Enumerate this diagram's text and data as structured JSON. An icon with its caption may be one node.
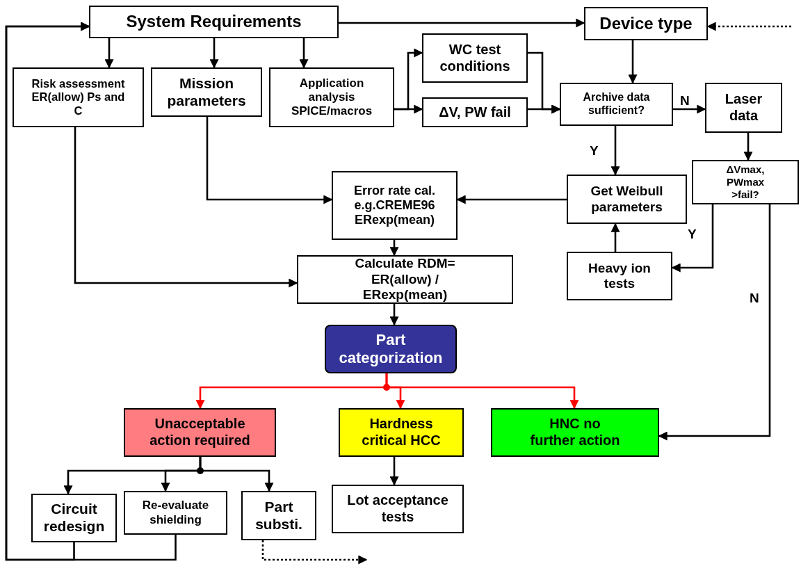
{
  "diagram": {
    "nodes": [
      {
        "text": [
          "System Requirements"
        ]
      },
      {
        "text": [
          "Device type"
        ]
      },
      {
        "text": [
          "Risk assessment ER(allow) Ps and C"
        ]
      },
      {
        "text": [
          "Mission parameters"
        ]
      },
      {
        "text": [
          "Application analysis SPICE/macros"
        ]
      },
      {
        "text": [
          "WC test conditions"
        ]
      },
      {
        "text": [
          "ΔV, PW fail"
        ]
      },
      {
        "text": [
          "Archive data sufficient?"
        ]
      },
      {
        "text": [
          "Laser data"
        ]
      },
      {
        "text": [
          "Error rate cal. e.g.CREME96 ERexp(mean)"
        ]
      },
      {
        "text": [
          "Get Weibull parameters"
        ]
      },
      {
        "text": [
          "ΔVmax, PWmax >fail?"
        ]
      },
      {
        "text": [
          "Calculate RDM= ER(allow) / ERexp(mean)"
        ]
      },
      {
        "text": [
          "Heavy ion tests"
        ]
      },
      {
        "text": [
          "Part categorization"
        ]
      },
      {
        "text": [
          "Unacceptable action required"
        ]
      },
      {
        "text": [
          "Hardness critical HCC"
        ]
      },
      {
        "text": [
          "HNC no further action"
        ]
      },
      {
        "text": [
          "Circuit redesign"
        ]
      },
      {
        "text": [
          "Re-evaluate shielding"
        ]
      },
      {
        "text": [
          "Part substi."
        ]
      },
      {
        "text": [
          "Lot acceptance tests"
        ]
      }
    ],
    "edges": [
      {
        "from": 0,
        "to": 2,
        "arrow": "to"
      },
      {
        "from": 0,
        "to": 3,
        "arrow": "to"
      },
      {
        "from": 0,
        "to": 4,
        "arrow": "to"
      },
      {
        "from": 0,
        "to": 1,
        "arrow": "to"
      },
      {
        "from": null,
        "to": 1,
        "arrow": "to",
        "style": "dashed"
      },
      {
        "from": 4,
        "to": 5,
        "arrow": "to"
      },
      {
        "from": 4,
        "to": 6,
        "arrow": "to"
      },
      {
        "from": 5,
        "to": 7,
        "arrow": "to"
      },
      {
        "from": 6,
        "to": 7,
        "arrow": "to"
      },
      {
        "from": 1,
        "to": 7,
        "arrow": "to"
      },
      {
        "from": 7,
        "to": 8,
        "arrow": "to",
        "label": "N"
      },
      {
        "from": 7,
        "to": 10,
        "arrow": "to",
        "label": "Y"
      },
      {
        "from": 8,
        "to": 11,
        "arrow": "to"
      },
      {
        "from": 11,
        "to": 13,
        "arrow": "to",
        "label": "Y"
      },
      {
        "from": 11,
        "to": 17,
        "arrow": "to",
        "label": "N"
      },
      {
        "from": 13,
        "to": 10,
        "arrow": "to"
      },
      {
        "from": 10,
        "to": 9,
        "arrow": "to"
      },
      {
        "from": 3,
        "to": 9,
        "arrow": "to"
      },
      {
        "from": 9,
        "to": 12,
        "arrow": "to"
      },
      {
        "from": 2,
        "to": 12,
        "arrow": "to"
      },
      {
        "from": 12,
        "to": 14,
        "arrow": "to"
      },
      {
        "from": 14,
        "to": 15,
        "arrow": "to",
        "color": "#ff0000"
      },
      {
        "from": 14,
        "to": 16,
        "arrow": "to",
        "color": "#ff0000"
      },
      {
        "from": 14,
        "to": 17,
        "arrow": "to",
        "color": "#ff0000"
      },
      {
        "from": 15,
        "to": 18,
        "arrow": "to"
      },
      {
        "from": 15,
        "to": 19,
        "arrow": "to"
      },
      {
        "from": 15,
        "to": 20,
        "arrow": "to"
      },
      {
        "from": 16,
        "to": 21,
        "arrow": "to"
      },
      {
        "from": 18,
        "to": 0,
        "arrow": "to"
      },
      {
        "from": 19,
        "to": 0,
        "arrow": "to"
      },
      {
        "from": 20,
        "to": null,
        "arrow": "to",
        "style": "dashed"
      }
    ]
  }
}
